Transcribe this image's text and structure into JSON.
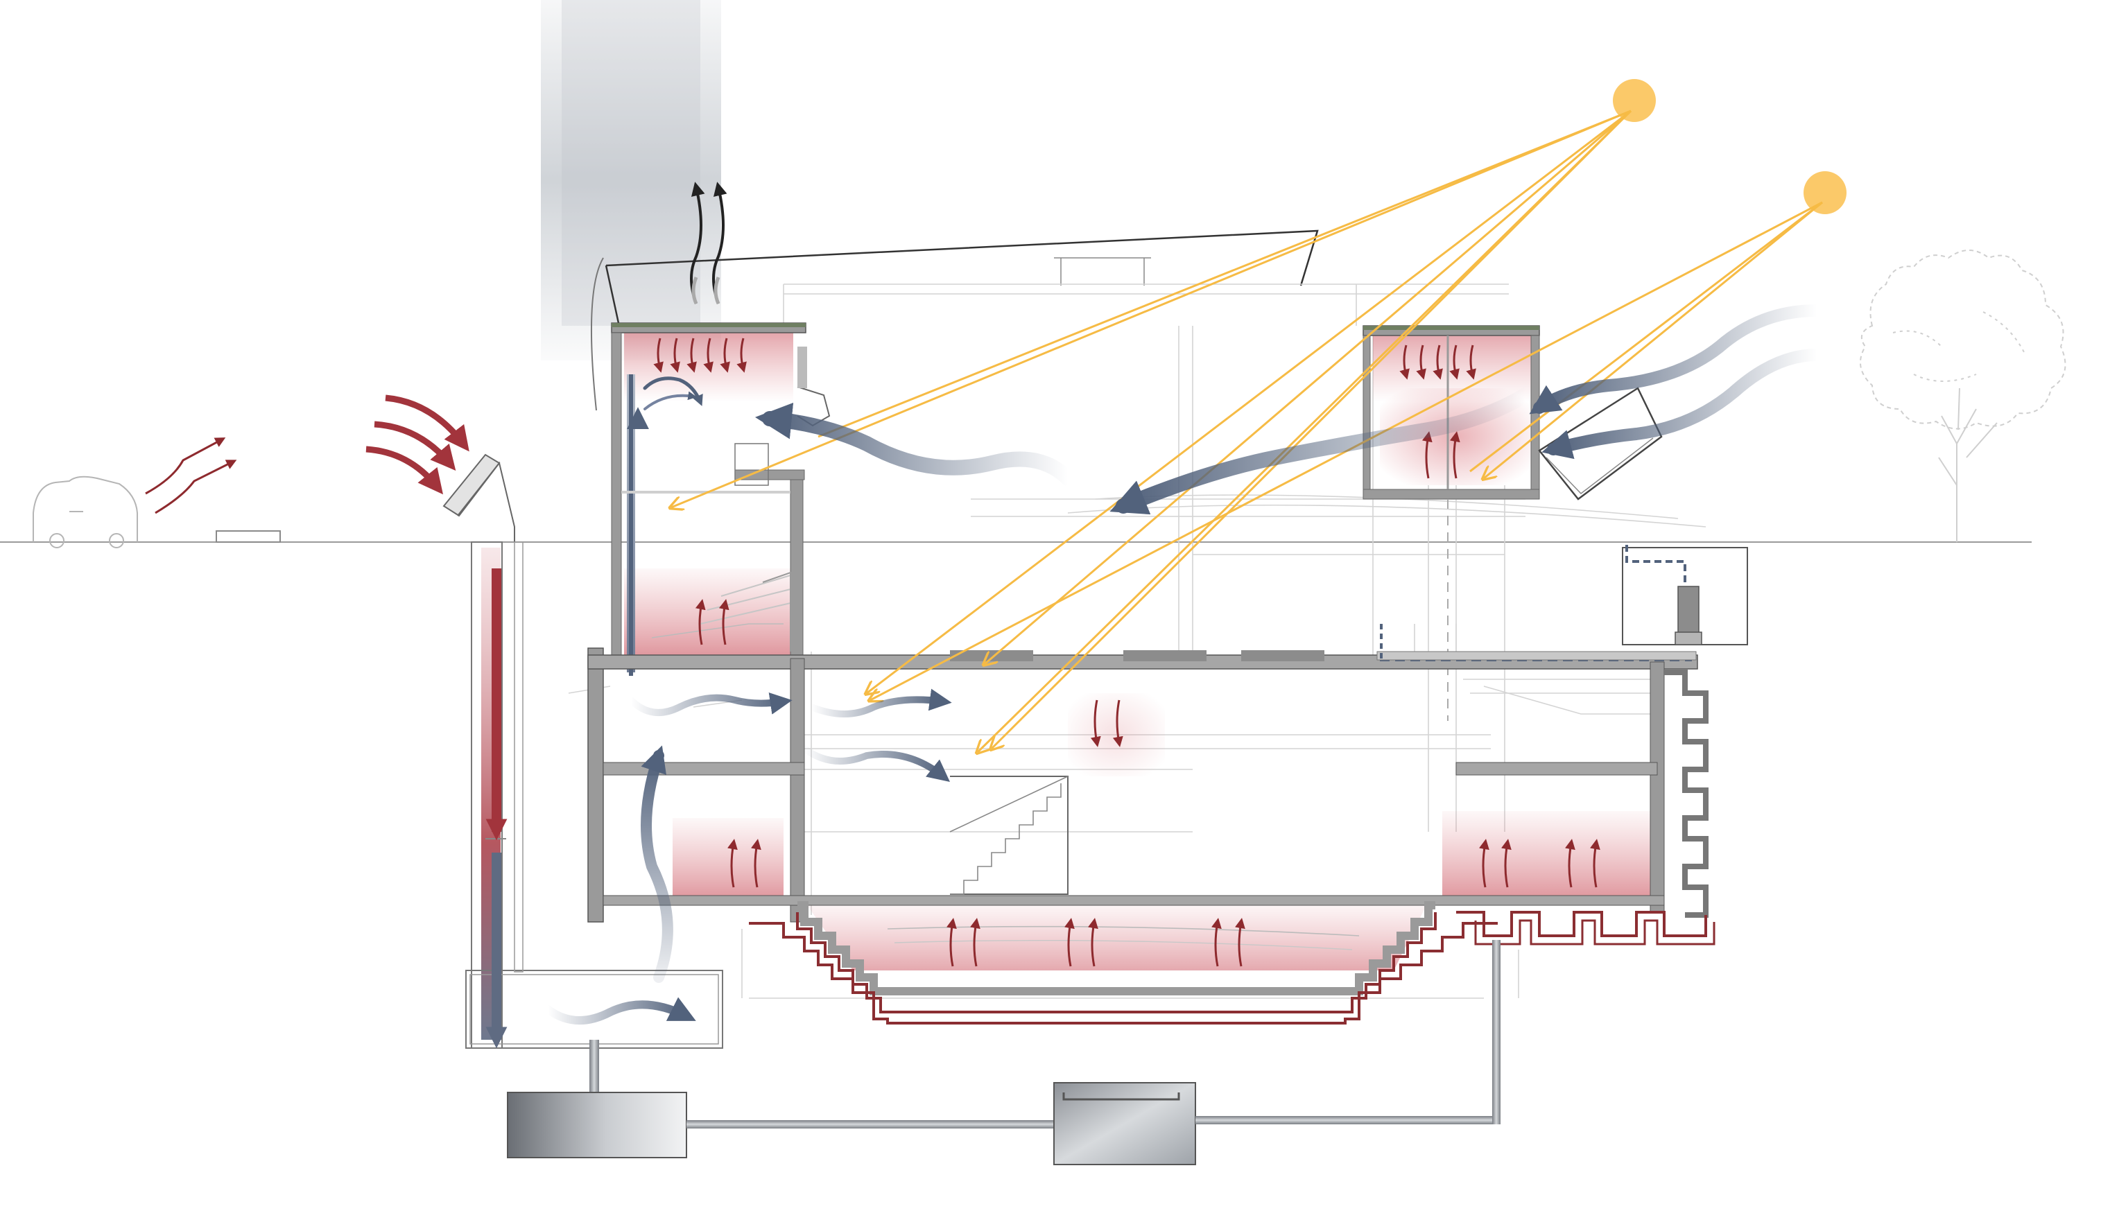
{
  "diagram": {
    "type": "building-section-environmental-strategy",
    "text_labels": [],
    "elements": {
      "suns": [
        {
          "name": "sun-high",
          "icon": "sun-icon"
        },
        {
          "name": "sun-low",
          "icon": "sun-icon"
        }
      ],
      "context": [
        "car-icon",
        "tree-icon",
        "ground-line",
        "exhaust-plume"
      ],
      "building_parts": [
        "roof-canopy",
        "west-lightwell",
        "east-lightwell",
        "auditorium",
        "earth-tube",
        "east-foundation-fins",
        "cistern",
        "heat-exchanger",
        "water-tank"
      ]
    },
    "flows": {
      "solar_rays": 9,
      "warm_air_arrows": 31,
      "cool_air_arrows": 10,
      "exhaust_arrows": 2
    },
    "colors": {
      "sun": "#FBC969",
      "solar_ray": "#F6BB45",
      "warm_air": "#8E2A2E",
      "warm_glow": "#D9737C",
      "cool_air": "#52627C",
      "cool_air_light": "#B4BDCA",
      "structure": "#9A9A9A",
      "structure_dark": "#6E6E6E",
      "green_roof": "#6F7F62",
      "outline": "#3A3A3A",
      "faint_line": "#CFCFCF",
      "foundation_warm": "#8B2E32"
    }
  }
}
